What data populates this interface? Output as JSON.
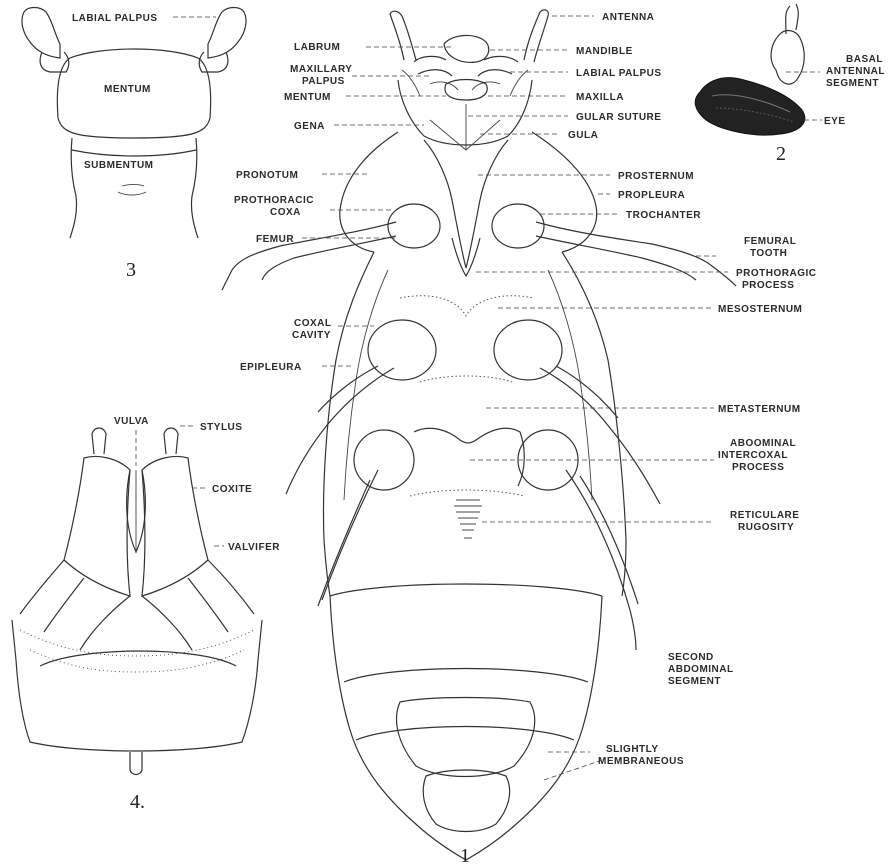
{
  "figures": {
    "fig1": "1",
    "fig2": "2",
    "fig3": "3",
    "fig4": "4."
  },
  "labels_fig3": {
    "labial_palpus": "LABIAL PALPUS",
    "mentum": "MENTUM",
    "submentum": "SUBMENTUM"
  },
  "labels_fig2": {
    "basal_antennal_1": "BASAL",
    "basal_antennal_2": "ANTENNAL",
    "basal_antennal_3": "SEGMENT",
    "eye": "EYE"
  },
  "labels_fig1_left": {
    "labrum": "LABRUM",
    "maxillary_palpus_1": "MAXILLARY",
    "maxillary_palpus_2": "PALPUS",
    "mentum": "MENTUM",
    "gena": "GENA",
    "pronotum": "PRONOTUM",
    "prothoracic_coxa_1": "PROTHORACIC",
    "prothoracic_coxa_2": "COXA",
    "femur": "FEMUR",
    "coxal_cavity_1": "COXAL",
    "coxal_cavity_2": "CAVITY",
    "epipleura": "EPIPLEURA"
  },
  "labels_fig1_right": {
    "antenna": "ANTENNA",
    "mandible": "MANDIBLE",
    "labial_palpus": "LABIAL PALPUS",
    "maxilla": "MAXILLA",
    "gular_suture": "GULAR SUTURE",
    "gula": "GULA",
    "prosternum": "PROSTERNUM",
    "propleura": "PROPLEURA",
    "trochanter": "TROCHANTER",
    "femoral_tooth_1": "FEMURAL",
    "femoral_tooth_2": "TOOTH",
    "prothoracic_process_1": "PROTHORAGIC",
    "prothoracic_process_2": "PROCESS",
    "mesosternum": "MESOSTERNUM",
    "metasternum": "METASTERNUM",
    "abdominal_process_1": "ABOOMINAL",
    "abdominal_process_2": "INTERCOXAL",
    "abdominal_process_3": "PROCESS",
    "rugosity_1": "RETICULARE",
    "rugosity_2": "RUGOSITY",
    "second_segment_1": "SECOND",
    "second_segment_2": "ABDOMINAL",
    "second_segment_3": "SEGMENT",
    "membraneous_1": "SLIGHTLY",
    "membraneous_2": "MEMBRANEOUS"
  },
  "labels_fig4": {
    "vulva": "VULVA",
    "stylus": "STYLUS",
    "coxite": "COXITE",
    "valvifer": "VALVIFER"
  }
}
